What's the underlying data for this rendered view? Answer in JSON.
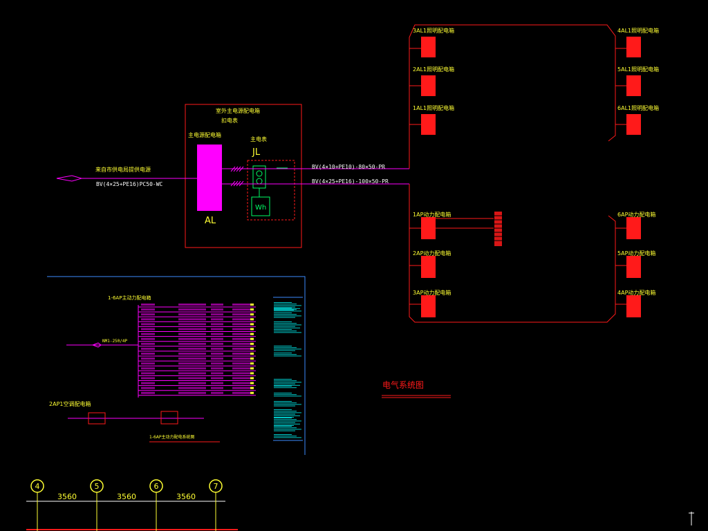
{
  "colors": {
    "background": "#000000",
    "red": "#ff1a1a",
    "magenta": "#ff00ff",
    "green": "#00ff66",
    "cyan": "#00ffff",
    "yellow": "#ffff33",
    "blue": "#3b8cff",
    "white": "#ffffff"
  },
  "main_box": {
    "title": "室外主电源配电箱",
    "subtitle": "扣电表",
    "meter_box_label": "主电表",
    "meter_box_code": "JL",
    "main_panel_label": "主电源配电箱",
    "main_panel_code": "AL",
    "meter_symbol": "Wh"
  },
  "incoming": {
    "label": "来自市供电局提供电源",
    "cable": "BV(4×25+PE16)PC50-WC"
  },
  "feeders": {
    "lighting_cable": "BV(4×10+PE10)-80×50-PR",
    "power_cable": "BV(4×25+PE16)-100×50-PR"
  },
  "panels": {
    "lighting_left": [
      "3AL1照明配电箱",
      "2AL1照明配电箱",
      "1AL1照明配电箱"
    ],
    "lighting_right": [
      "4AL1照明配电箱",
      "5AL1照明配电箱",
      "6AL1照明配电箱"
    ],
    "power_left": [
      "1AP动力配电箱",
      "2AP动力配电箱",
      "3AP动力配电箱"
    ],
    "power_right": [
      "6AP动力配电箱",
      "5AP动力配电箱",
      "4AP动力配电箱"
    ]
  },
  "drawing_title": "电气系统图",
  "schedule": {
    "title": "1-6AP主动力配电箱",
    "incoming_breaker": "NM1-250/4P",
    "subpanel_label": "2AP1空调配电箱",
    "footer_title": "1-6AP主动力配电系统图"
  },
  "axes": {
    "labels": [
      "4",
      "5",
      "6",
      "7"
    ],
    "spans": [
      "3560",
      "3560",
      "3560"
    ]
  }
}
